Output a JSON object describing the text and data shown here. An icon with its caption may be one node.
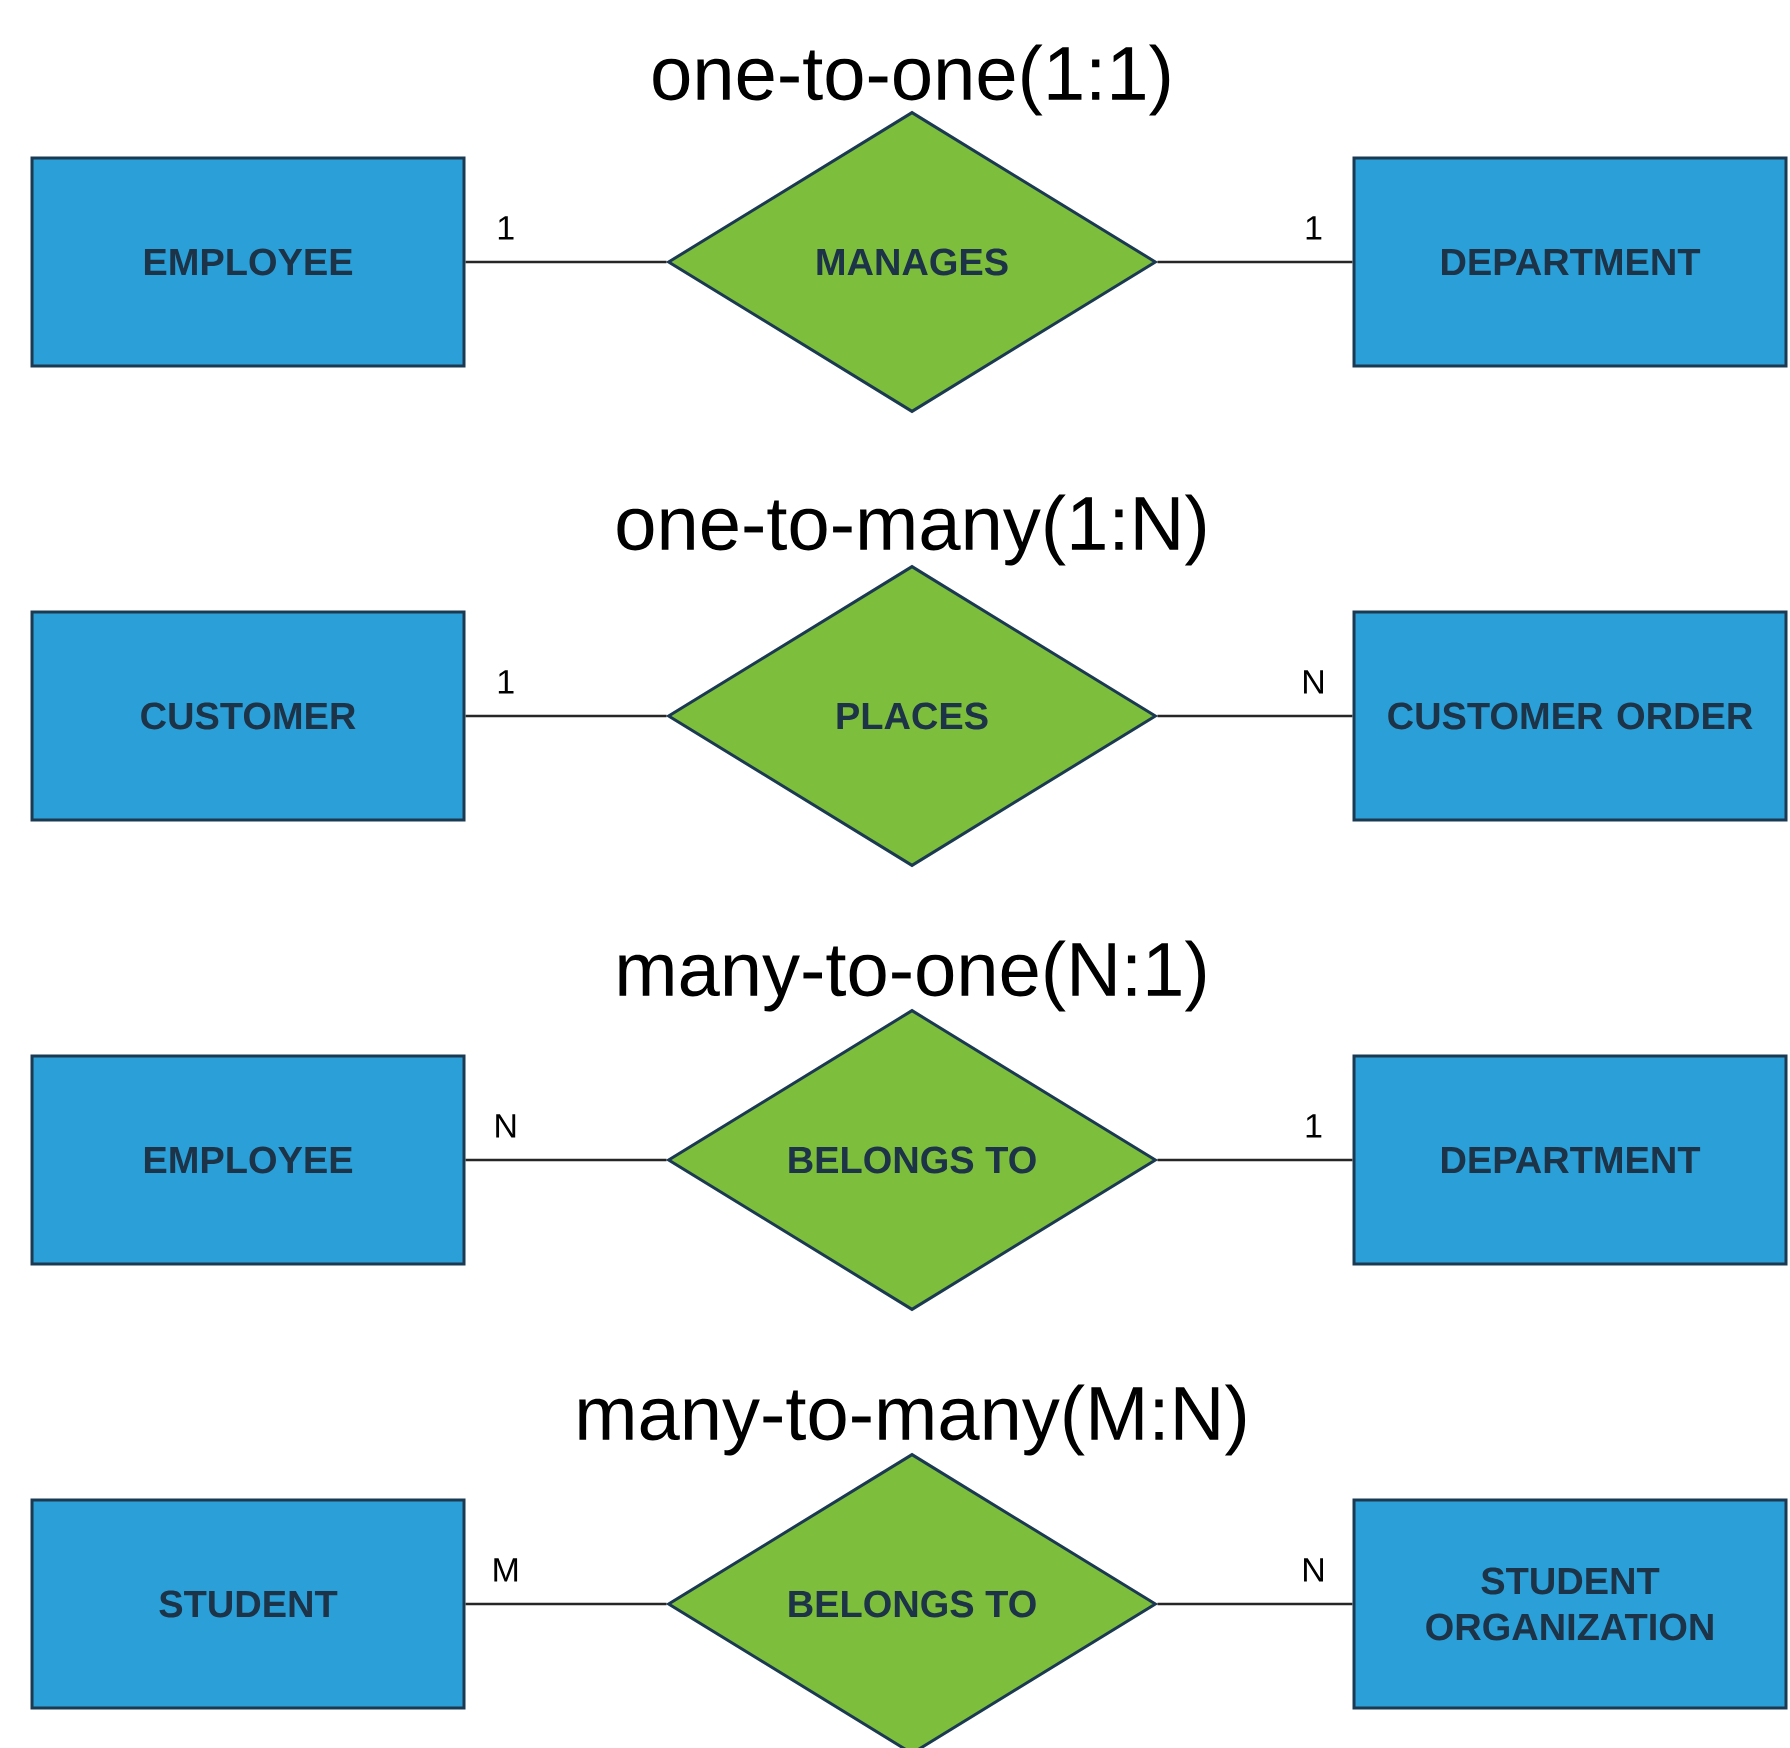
{
  "diagram": {
    "nodes": [
      {
        "text": [
          "EMPLOYEE"
        ]
      },
      {
        "text": [
          "MANAGES"
        ]
      },
      {
        "text": [
          "DEPARTMENT"
        ]
      },
      {
        "text": [
          "CUSTOMER"
        ]
      },
      {
        "text": [
          "PLACES"
        ]
      },
      {
        "text": [
          "CUSTOMER ORDER"
        ]
      },
      {
        "text": [
          "EMPLOYEE"
        ]
      },
      {
        "text": [
          "BELONGS TO"
        ]
      },
      {
        "text": [
          "DEPARTMENT"
        ]
      },
      {
        "text": [
          "STUDENT"
        ]
      },
      {
        "text": [
          "BELONGS TO"
        ]
      },
      {
        "text": [
          "STUDENT ORGANIZATION"
        ]
      }
    ],
    "edges": [
      {
        "from": 0,
        "to": 1,
        "arrow": "none",
        "label": "1"
      },
      {
        "from": 1,
        "to": 2,
        "arrow": "none",
        "label": "1"
      },
      {
        "from": 3,
        "to": 4,
        "arrow": "none",
        "label": "1"
      },
      {
        "from": 4,
        "to": 5,
        "arrow": "none",
        "label": "N"
      },
      {
        "from": 6,
        "to": 7,
        "arrow": "none",
        "label": "N"
      },
      {
        "from": 7,
        "to": 8,
        "arrow": "none",
        "label": "1"
      },
      {
        "from": 9,
        "to": 10,
        "arrow": "none",
        "label": "M"
      },
      {
        "from": 10,
        "to": 11,
        "arrow": "none",
        "label": "N"
      }
    ],
    "labels": [
      "one-to-one(1:1)",
      "one-to-many(1:N)",
      "many-to-one(N:1)",
      "many-to-many(M:N)"
    ]
  }
}
